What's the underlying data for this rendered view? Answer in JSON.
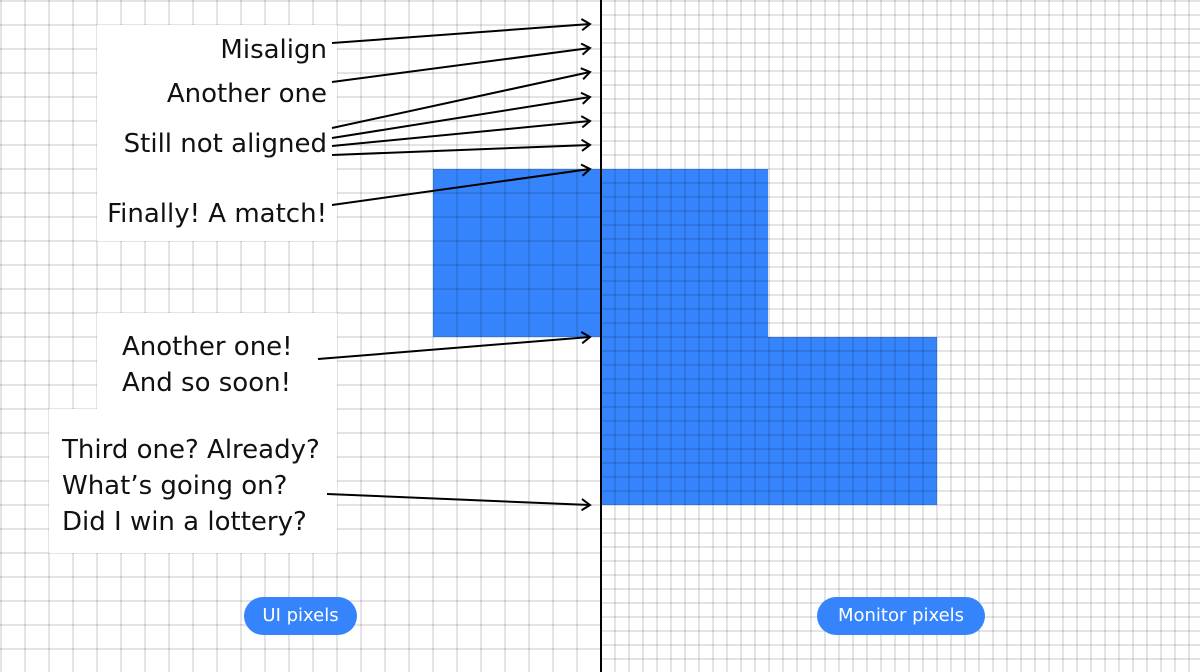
{
  "colors": {
    "accent": "#3584fb",
    "grid": "#000000",
    "divider": "#000000"
  },
  "annotations": {
    "misalign": "Misalign",
    "another_one": "Another one",
    "still_not_aligned": "Still not aligned",
    "finally_match": "Finally! A match!",
    "another_one_soon": [
      "Another one!",
      "And so soon!"
    ],
    "third_one": [
      "Third one? Already?",
      "What’s going on?",
      "Did I win a lottery?"
    ]
  },
  "labels": {
    "ui_pixels": "UI pixels",
    "monitor_pixels": "Monitor pixels"
  }
}
